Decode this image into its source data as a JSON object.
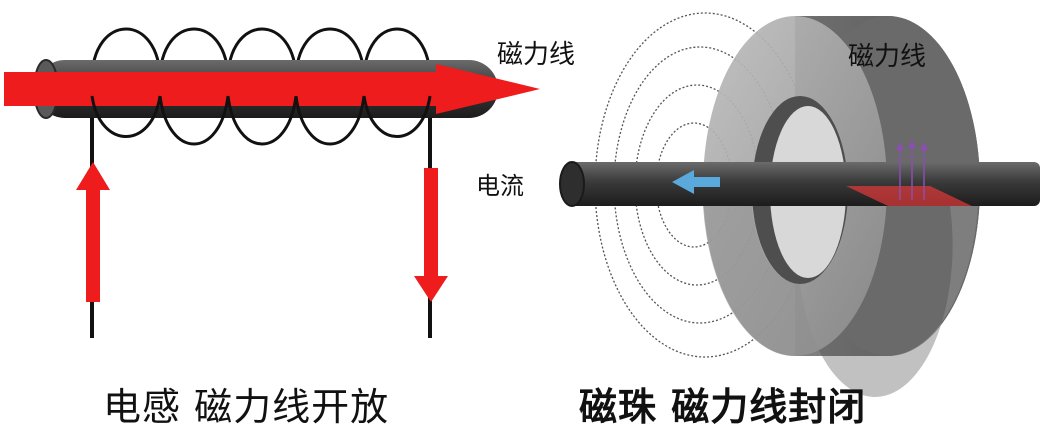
{
  "labels": {
    "field_lines_left": "磁力线",
    "field_lines_right": "磁力线",
    "current": "电流"
  },
  "captions": {
    "inductor": "电感  磁力线开放",
    "bead": "磁珠  磁力线封闭"
  },
  "colors": {
    "arrow_red": "#ee1c1c",
    "rod_dark": "#3c3c3c",
    "bead_gray": "#9a9a9a",
    "current_arrow_blue": "#5aa9dc"
  }
}
